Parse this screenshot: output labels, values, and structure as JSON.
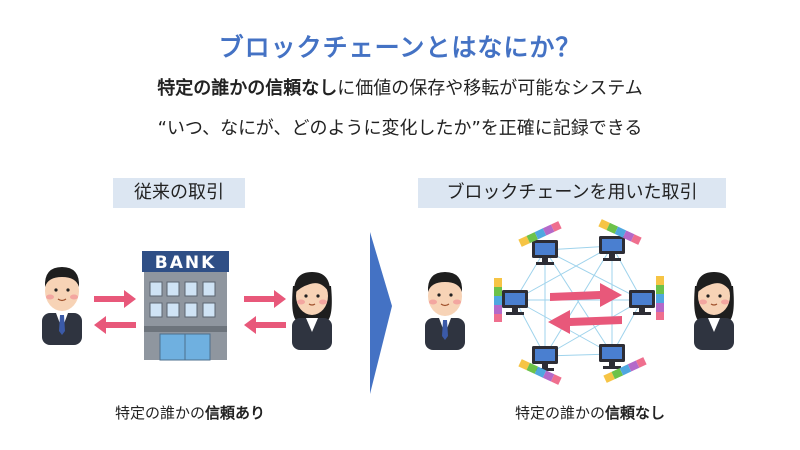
{
  "title": "ブロックチェーンとはなにか？",
  "line1": {
    "bold": "特定の誰かの信頼なし",
    "rest": "に価値の保存や移転が可能なシステム"
  },
  "line2": "“いつ、なにが、どのように変化したか”を正確に記録できる",
  "left": {
    "label": "従来の取引",
    "bank_sign": "BANK",
    "caption_prefix": "特定の誰かの",
    "caption_bold": "信頼あり"
  },
  "right": {
    "label": "ブロックチェーンを用いた取引",
    "caption_prefix": "特定の誰かの",
    "caption_bold": "信頼なし"
  },
  "colors": {
    "title": "#4472c4",
    "label_bg": "#dce6f2",
    "arrow": "#e8587a",
    "chevron": "#4472c4",
    "network": "#9fd3ec"
  }
}
